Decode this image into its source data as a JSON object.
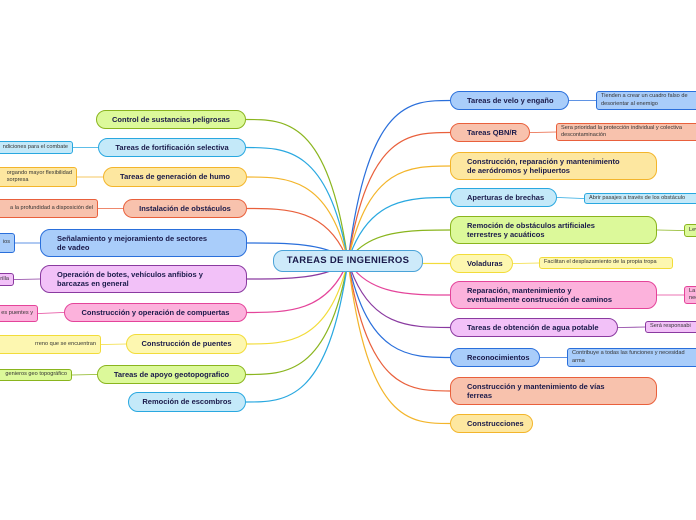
{
  "center": {
    "label": "TAREAS DE INGENIEROS",
    "fill": "#cdeafa",
    "border": "#4aa3d8"
  },
  "colors": {
    "green": {
      "fill": "#dcf99a",
      "border": "#8ab51e"
    },
    "blue_light": {
      "fill": "#c4e9f9",
      "border": "#29a8e0"
    },
    "yellow": {
      "fill": "#fde7a0",
      "border": "#f3b52b"
    },
    "salmon": {
      "fill": "#f8c2ad",
      "border": "#e9603c"
    },
    "blue": {
      "fill": "#a9cdfa",
      "border": "#2a6fdb"
    },
    "purple": {
      "fill": "#f2c1f8",
      "border": "#8a3aa0"
    },
    "pink": {
      "fill": "#fcb2dc",
      "border": "#e4449a"
    },
    "yellow_light": {
      "fill": "#fdf7b0",
      "border": "#f2dc3a"
    }
  },
  "left_branches": [
    {
      "label": "Control de sustancias peligrosas",
      "color": "green",
      "note": ""
    },
    {
      "label": "Tareas de fortificación selectiva",
      "color": "blue_light",
      "note": "ndiciones para el combate"
    },
    {
      "label": "Tareas de generación de humo",
      "color": "yellow",
      "note": "orgando mayor flexibilidad\n sorpresa"
    },
    {
      "label": "Instalación de obstáculos",
      "color": "salmon",
      "note": "a la profundidad a disposición del"
    },
    {
      "label": "Señalamiento y mejoramiento de sectores\nde vadeo",
      "color": "blue",
      "note": "ios"
    },
    {
      "label": "Operación de botes, vehículos anfibios y\nbarcazas en general",
      "color": "purple",
      "note": "rilla"
    },
    {
      "label": "Construcción y operación de compuertas",
      "color": "pink",
      "note": "es puentes y"
    },
    {
      "label": "Construcción de puentes",
      "color": "yellow_light",
      "note": "rreno que se encuentran"
    },
    {
      "label": "Tareas de apoyo geotopografico",
      "color": "green",
      "note": "genieros geo topográfico"
    },
    {
      "label": "Remoción de escombros",
      "color": "blue_light",
      "note": ""
    }
  ],
  "right_branches": [
    {
      "label": "Tareas de velo y engaño",
      "color": "blue",
      "note": "Tienden a crear un cuadro falso de\ndesorientar al enemigo"
    },
    {
      "label": "Tareas QBN/R",
      "color": "salmon",
      "note": "Sera prioridad la protección individual y colectiva\ndescontaminación"
    },
    {
      "label": "Construcción, reparación y mantenimiento\nde aeródromos y helipuertos",
      "color": "yellow",
      "note": ""
    },
    {
      "label": "Aperturas de brechas",
      "color": "blue_light",
      "note": "Abrir pasajes a través de los obstáculo"
    },
    {
      "label": "Remoción de obstáculos artificiales\nterrestres y acuáticos",
      "color": "green",
      "note": "Lev"
    },
    {
      "label": "Voladuras",
      "color": "yellow_light",
      "note": "Facilitan el desplazamiento de la propia tropa"
    },
    {
      "label": "Reparación, mantenimiento y\neventualmente construcción de caminos",
      "color": "pink",
      "note": "La\nnec"
    },
    {
      "label": "Tareas de obtención de agua potable",
      "color": "purple",
      "note": "Será responsabi"
    },
    {
      "label": "Reconocimientos",
      "color": "blue",
      "note": "Contribuye a todas las funciones y necesidad\narma"
    },
    {
      "label": "Construcción y mantenimiento de vías\nferreas",
      "color": "salmon",
      "note": ""
    },
    {
      "label": "Construcciones",
      "color": "yellow",
      "note": ""
    }
  ]
}
